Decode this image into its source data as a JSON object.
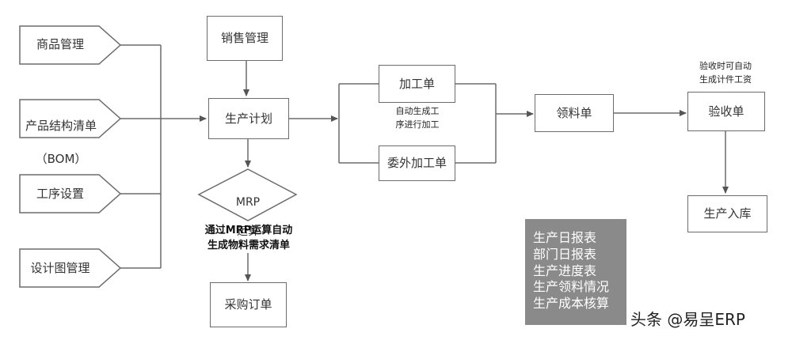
{
  "inputs": {
    "product_management": "商品管理",
    "bom_line1": "产品结构清单",
    "bom_line2": "（BOM）",
    "process_setup": "工序设置",
    "drawing_management": "设计图管理"
  },
  "sales_management": "销售管理",
  "production_plan": "生产计划",
  "mrp": {
    "line1": "MRP",
    "line2": "运算"
  },
  "mrp_note": "通过MRP运算自动\n生成物料需求清单",
  "purchase_order": "采购订单",
  "processing_order": "加工单",
  "auto_process_note": "自动生成工\n序进行加工",
  "outsourced_order": "委外加工单",
  "material_requisition": "领料单",
  "acceptance_note": "验收时可自动\n生成计件工资",
  "acceptance": "验收单",
  "warehouse_in": "生产入库",
  "reports": [
    "生产日报表",
    "部门日报表",
    "生产进度表",
    "生产领料情况",
    "生产成本核算"
  ],
  "watermark": "头条 @易呈ERP",
  "colors": {
    "line": "#6b6b6b",
    "report_bg": "#8a8a8a",
    "report_text": "#ffffff"
  }
}
